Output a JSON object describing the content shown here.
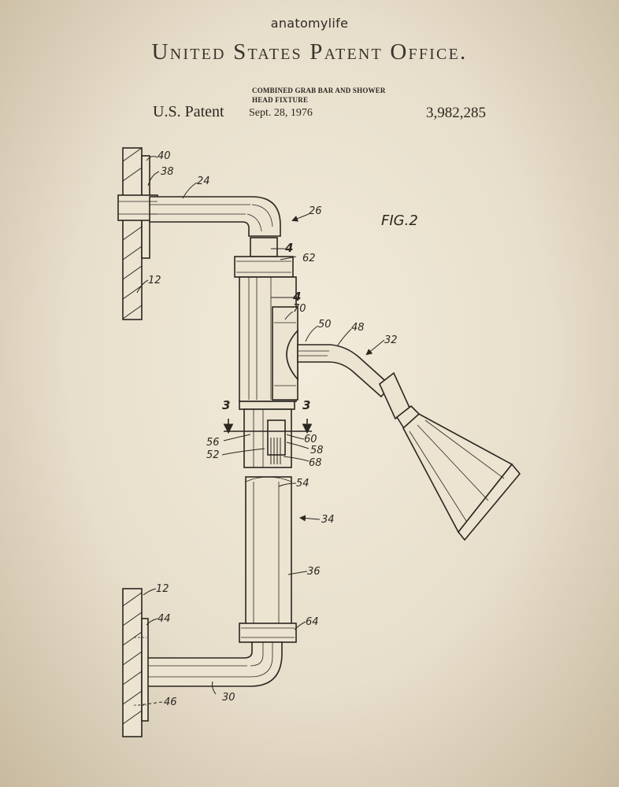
{
  "header": {
    "brand": "anatomylife",
    "office": "United States Patent Office."
  },
  "patent": {
    "label": "U.S. Patent",
    "title_line1": "COMBINED GRAB BAR AND SHOWER",
    "title_line2": "HEAD FIXTURE",
    "date": "Sept. 28, 1976",
    "number": "3,982,285"
  },
  "figure": {
    "label": "FIG.2",
    "refs": {
      "r40": "40",
      "r38": "38",
      "r24": "24",
      "r26": "26",
      "r12a": "12",
      "r4a": "4",
      "r62": "62",
      "r4b": "4",
      "r70": "70",
      "r50": "50",
      "r48": "48",
      "r32": "32",
      "r3a": "3",
      "r3b": "3",
      "r56": "56",
      "r60": "60",
      "r58": "58",
      "r52": "52",
      "r68": "68",
      "r54": "54",
      "r34": "34",
      "r36": "36",
      "r12b": "12",
      "r44": "44",
      "r64": "64",
      "r30": "30",
      "r46": "46"
    }
  }
}
